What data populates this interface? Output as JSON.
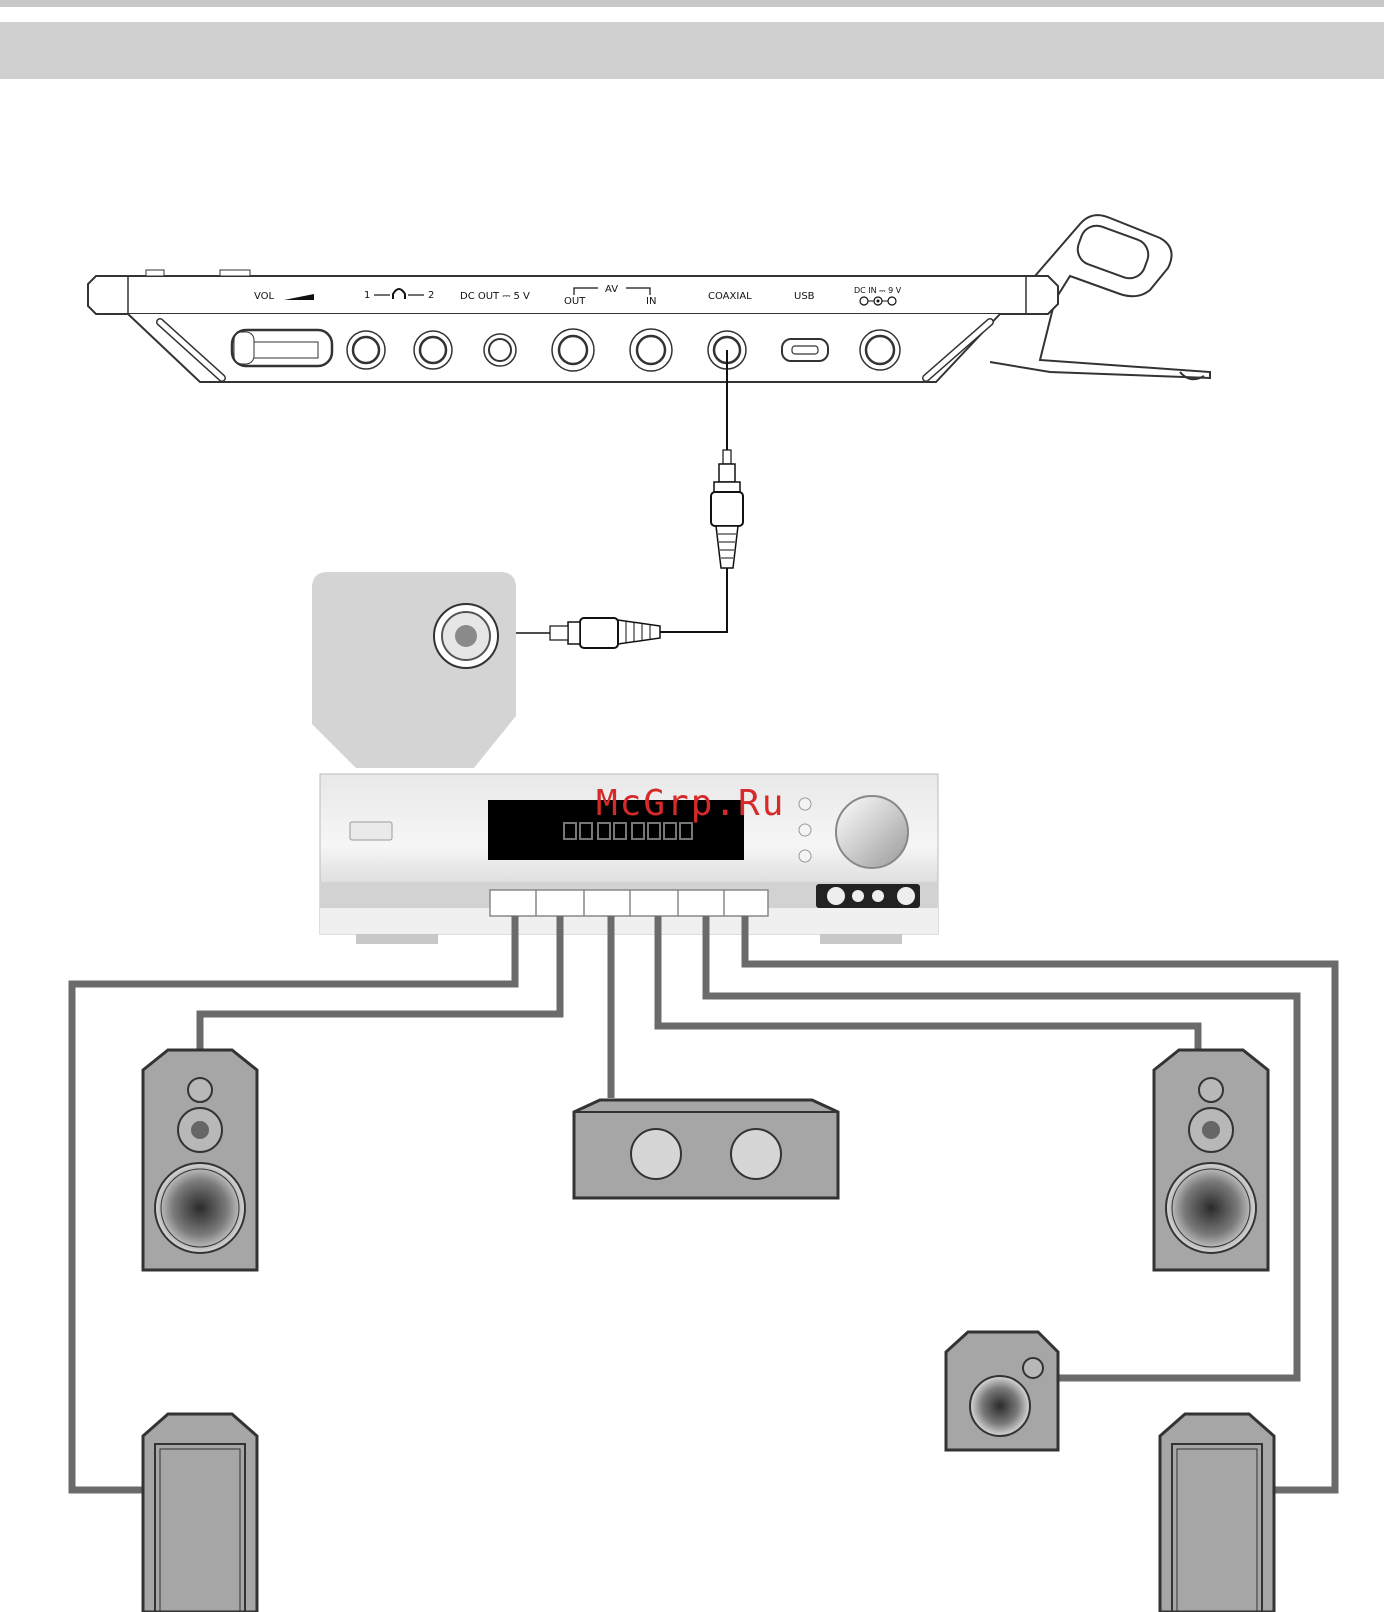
{
  "device_panel": {
    "vol": "VOL",
    "headphones_1": "1",
    "headphones_2": "2",
    "dc_out": "DC OUT ⎓ 5 V",
    "av": "AV",
    "av_out": "OUT",
    "av_in": "IN",
    "coaxial": "COAXIAL",
    "usb": "USB",
    "dc_in": "DC IN ⎓ 9 V"
  },
  "watermark": "McGrp.Ru",
  "icons": {
    "headphones": "headphones-icon",
    "polarity": "dc-polarity-icon"
  },
  "colors": {
    "header_bar": "#d0d0d0",
    "wire": "#6b6b6b",
    "speaker_body": "#a6a6a6",
    "watermark": "#d62a2a",
    "display": "#000000"
  }
}
